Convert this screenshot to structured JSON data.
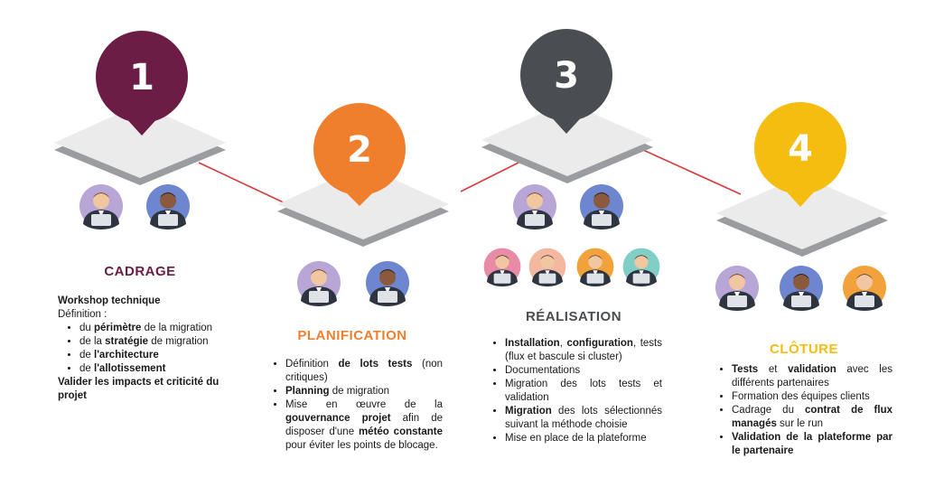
{
  "stages": [
    {
      "number": "1",
      "title": "CADRAGE",
      "color": "#6b1d45",
      "heading": "Workshop technique",
      "intro": "Définition :",
      "items": [
        [
          {
            "t": "du "
          },
          {
            "t": "périmètre",
            "b": true
          },
          {
            "t": " de la migration"
          }
        ],
        [
          {
            "t": "de la "
          },
          {
            "t": "stratégie",
            "b": true
          },
          {
            "t": " de migration"
          }
        ],
        [
          {
            "t": "de "
          },
          {
            "t": "l'architecture",
            "b": true
          }
        ],
        [
          {
            "t": "de "
          },
          {
            "t": "l'allotissement",
            "b": true
          }
        ]
      ],
      "footer": "Valider les impacts et criticité du projet"
    },
    {
      "number": "2",
      "title": "PLANIFICATION",
      "color": "#f07f2d",
      "items": [
        [
          {
            "t": "Définition "
          },
          {
            "t": "de lots tests",
            "b": true
          },
          {
            "t": " (non critiques)"
          }
        ],
        [
          {
            "t": "Planning",
            "b": true
          },
          {
            "t": " de migration"
          }
        ],
        [
          {
            "t": "Mise en œuvre de la "
          },
          {
            "t": "gouvernance projet",
            "b": true
          },
          {
            "t": " afin de disposer d'une "
          },
          {
            "t": "météo constante",
            "b": true
          },
          {
            "t": " pour éviter les points de blocage."
          }
        ]
      ]
    },
    {
      "number": "3",
      "title": "RÉALISATION",
      "color": "#4a4d52",
      "items": [
        [
          {
            "t": "Installation",
            "b": true
          },
          {
            "t": ", "
          },
          {
            "t": "configuration",
            "b": true
          },
          {
            "t": ", tests (flux et bascule si cluster)"
          }
        ],
        [
          {
            "t": "Documentations"
          }
        ],
        [
          {
            "t": "Migration des lots tests et validation"
          }
        ],
        [
          {
            "t": "Migration",
            "b": true
          },
          {
            "t": " des lots sélectionnés suivant la méthode choisie"
          }
        ],
        [
          {
            "t": "Mise en place de la plateforme"
          }
        ]
      ]
    },
    {
      "number": "4",
      "title": "CLÔTURE",
      "color": "#f5bd10",
      "items": [
        [
          {
            "t": "Tests",
            "b": true
          },
          {
            "t": " et "
          },
          {
            "t": "validation",
            "b": true
          },
          {
            "t": " avec les différents partenaires"
          }
        ],
        [
          {
            "t": "Formation des équipes clients"
          }
        ],
        [
          {
            "t": "Cadrage du "
          },
          {
            "t": "contrat de flux managés",
            "b": true
          },
          {
            "t": " sur le run"
          }
        ],
        [
          {
            "t": "Validation de la plateforme par le partenaire",
            "b": true
          }
        ]
      ]
    }
  ]
}
